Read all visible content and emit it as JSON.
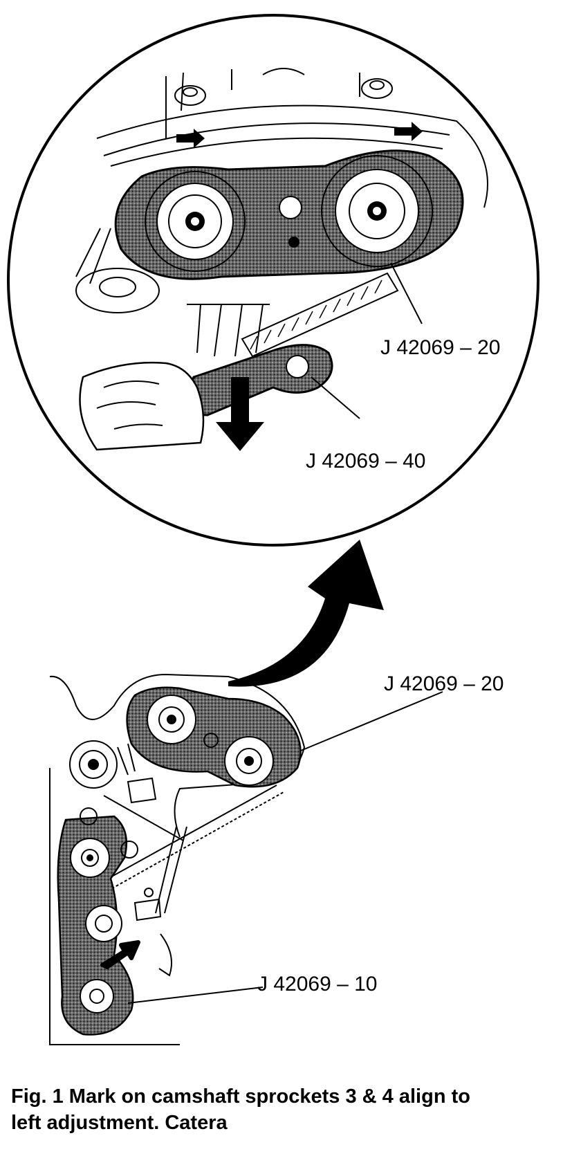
{
  "labels": {
    "detail_upper_tool": "J 42069 – 20",
    "detail_handle_tool": "J 42069 – 40",
    "overview_upper_tool": "J 42069 – 20",
    "overview_lower_tool": "J 42069 – 10"
  },
  "caption": {
    "line1": "Fig. 1  Mark on camshaft sprockets 3 & 4 align to",
    "line2": "left adjustment. Catera"
  },
  "colors": {
    "ink": "#000000",
    "tool_fill": "#4a4a4a",
    "paper": "#ffffff"
  }
}
